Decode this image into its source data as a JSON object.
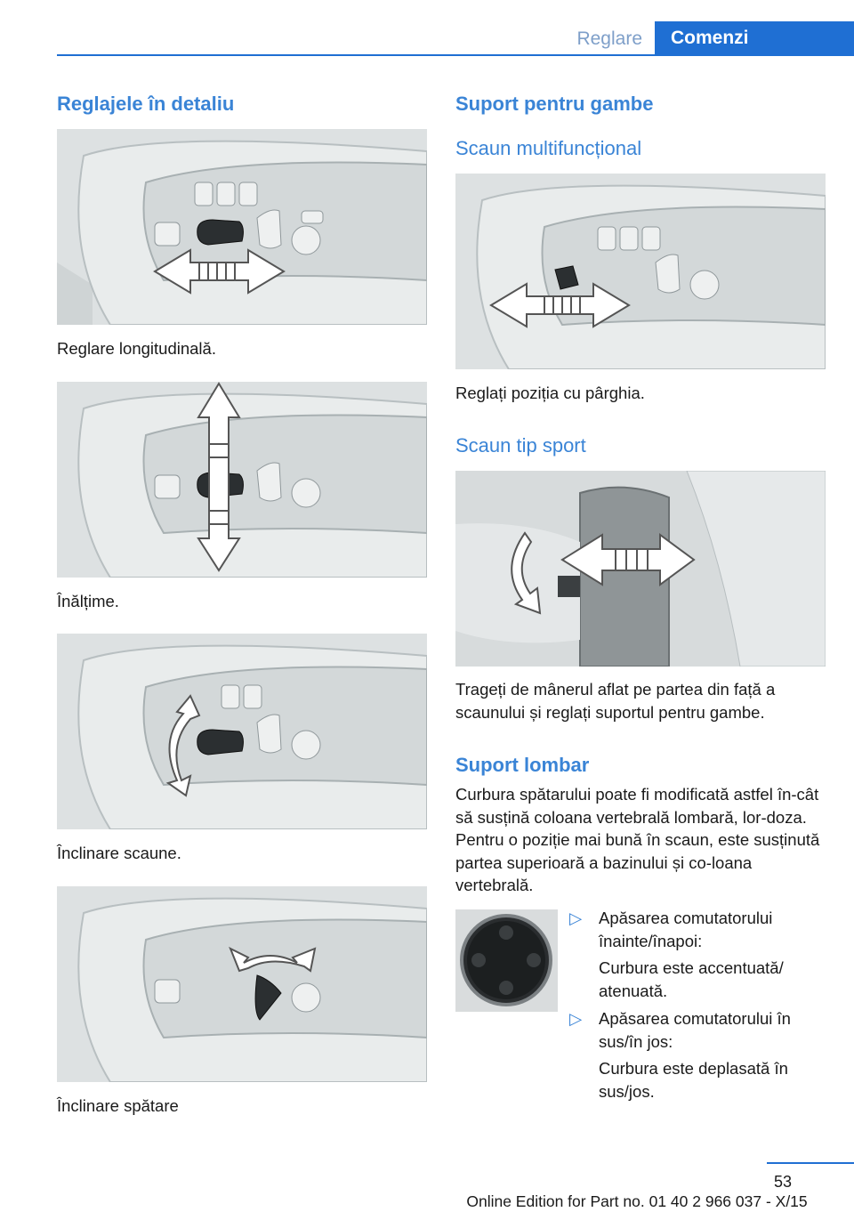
{
  "header": {
    "section": "Reglare",
    "chapter": "Comenzi"
  },
  "left": {
    "title": "Reglajele în detaliu",
    "captions": [
      "Reglare longitudinală.",
      "Înălțime.",
      "Înclinare scaune.",
      "Înclinare spătare"
    ]
  },
  "right": {
    "title": "Suport pentru gambe",
    "sub1": "Scaun multifuncțional",
    "cap1": "Reglați poziția cu pârghia.",
    "sub2": "Scaun tip sport",
    "cap2": "Trageți de mânerul aflat pe partea din față a scaunului și reglați suportul pentru gambe.",
    "lumbar_title": "Suport lombar",
    "lumbar_text": "Curbura spătarului poate fi modificată astfel în-cât să susțină coloana vertebrală lombară, lor-doza. Pentru o poziție mai bună în scaun, este susținută partea superioară a bazinului și co-loana vertebrală.",
    "bullets": [
      {
        "marker": "▷",
        "label": "Apăsarea comutatorului înainte/înapoi:",
        "detail": "Curbura este accentuată/ atenuată."
      },
      {
        "marker": "▷",
        "label": "Apăsarea comutatorului în sus/în jos:",
        "detail": "Curbura este deplasată în sus/jos."
      }
    ]
  },
  "footer": {
    "page": "53",
    "edition": "Online Edition for Part no. 01 40 2 966 037 - X/15"
  }
}
